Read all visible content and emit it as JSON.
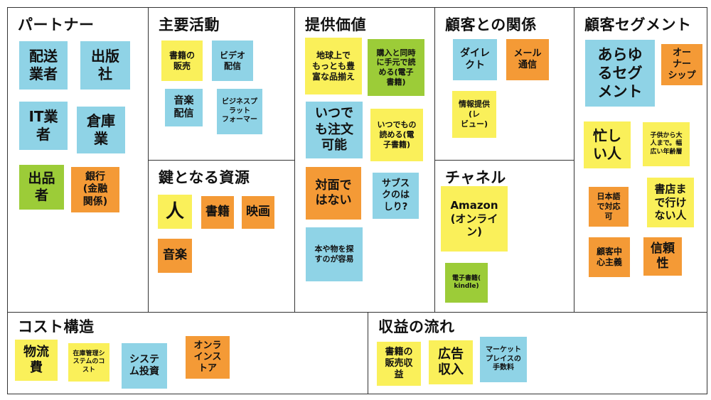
{
  "sections": {
    "partners": "パートナー",
    "key_activities": "主要活動",
    "key_resources": "鍵となる資源",
    "value_propositions": "提供価値",
    "customer_relationships": "顧客との関係",
    "channels": "チャネル",
    "customer_segments": "顧客セグメント",
    "cost_structure": "コスト構造",
    "revenue_streams": "収益の流れ"
  },
  "notes": {
    "partners": [
      {
        "text": "配送\n業者",
        "color": "blue"
      },
      {
        "text": "出版\n社",
        "color": "blue"
      },
      {
        "text": "IT業\n者",
        "color": "blue"
      },
      {
        "text": "倉庫\n業",
        "color": "blue"
      },
      {
        "text": "出品\n者",
        "color": "green"
      },
      {
        "text": "銀行\n(金融\n関係)",
        "color": "orange"
      }
    ],
    "key_activities": [
      {
        "text": "書籍の\n販売",
        "color": "yellow"
      },
      {
        "text": "ビデオ\n配信",
        "color": "blue"
      },
      {
        "text": "音楽\n配信",
        "color": "blue"
      },
      {
        "text": "ビジネスプ\nラット\nフォーマー",
        "color": "blue"
      }
    ],
    "key_resources": [
      {
        "text": "人",
        "color": "yellow"
      },
      {
        "text": "書籍",
        "color": "orange"
      },
      {
        "text": "映画",
        "color": "orange"
      },
      {
        "text": "音楽",
        "color": "orange"
      }
    ],
    "value_propositions": [
      {
        "text": "地球上で\nもっとも豊\n富な品揃え",
        "color": "yellow"
      },
      {
        "text": "購入と同時\nに手元で読\nめる(電子\n書籍)",
        "color": "green"
      },
      {
        "text": "いつで\nも注文\n可能",
        "color": "blue"
      },
      {
        "text": "いつでもの\n読める(電\n子書籍)",
        "color": "yellow"
      },
      {
        "text": "対面で\nはない",
        "color": "orange"
      },
      {
        "text": "サブス\nクのは\nしり?",
        "color": "blue"
      },
      {
        "text": "本や物を探\nすのが容易",
        "color": "blue"
      }
    ],
    "customer_relationships": [
      {
        "text": "ダイレ\nクト",
        "color": "blue"
      },
      {
        "text": "メール\n通信",
        "color": "orange"
      },
      {
        "text": "情報提供\n(レ\nビュー)",
        "color": "yellow"
      }
    ],
    "channels": [
      {
        "text": "Amazon\n(オンライ\nン)",
        "color": "yellow"
      },
      {
        "text": "電子書籍(\nkindle)",
        "color": "green"
      }
    ],
    "customer_segments": [
      {
        "text": "あらゆ\nるセグ\nメント",
        "color": "blue"
      },
      {
        "text": "オー\nナー\nシップ",
        "color": "orange"
      },
      {
        "text": "忙し\nい人",
        "color": "yellow"
      },
      {
        "text": "子供から大\n人まで。幅\n広い年齢層",
        "color": "yellow"
      },
      {
        "text": "日本語\nで対応\n可",
        "color": "orange"
      },
      {
        "text": "書店ま\nで行け\nない人",
        "color": "yellow"
      },
      {
        "text": "顧客中\n心主義",
        "color": "orange"
      },
      {
        "text": "信頼\n性",
        "color": "orange"
      }
    ],
    "cost_structure": [
      {
        "text": "物流\n費",
        "color": "yellow"
      },
      {
        "text": "在庫管理シ\nステムのコ\nスト",
        "color": "yellow"
      },
      {
        "text": "システ\nム投資",
        "color": "blue"
      },
      {
        "text": "オンラ\nインス\nトア",
        "color": "orange"
      }
    ],
    "revenue_streams": [
      {
        "text": "書籍の\n販売収\n益",
        "color": "yellow"
      },
      {
        "text": "広告\n収入",
        "color": "yellow"
      },
      {
        "text": "マーケット\nプレイスの\n手数料",
        "color": "blue"
      }
    ]
  }
}
